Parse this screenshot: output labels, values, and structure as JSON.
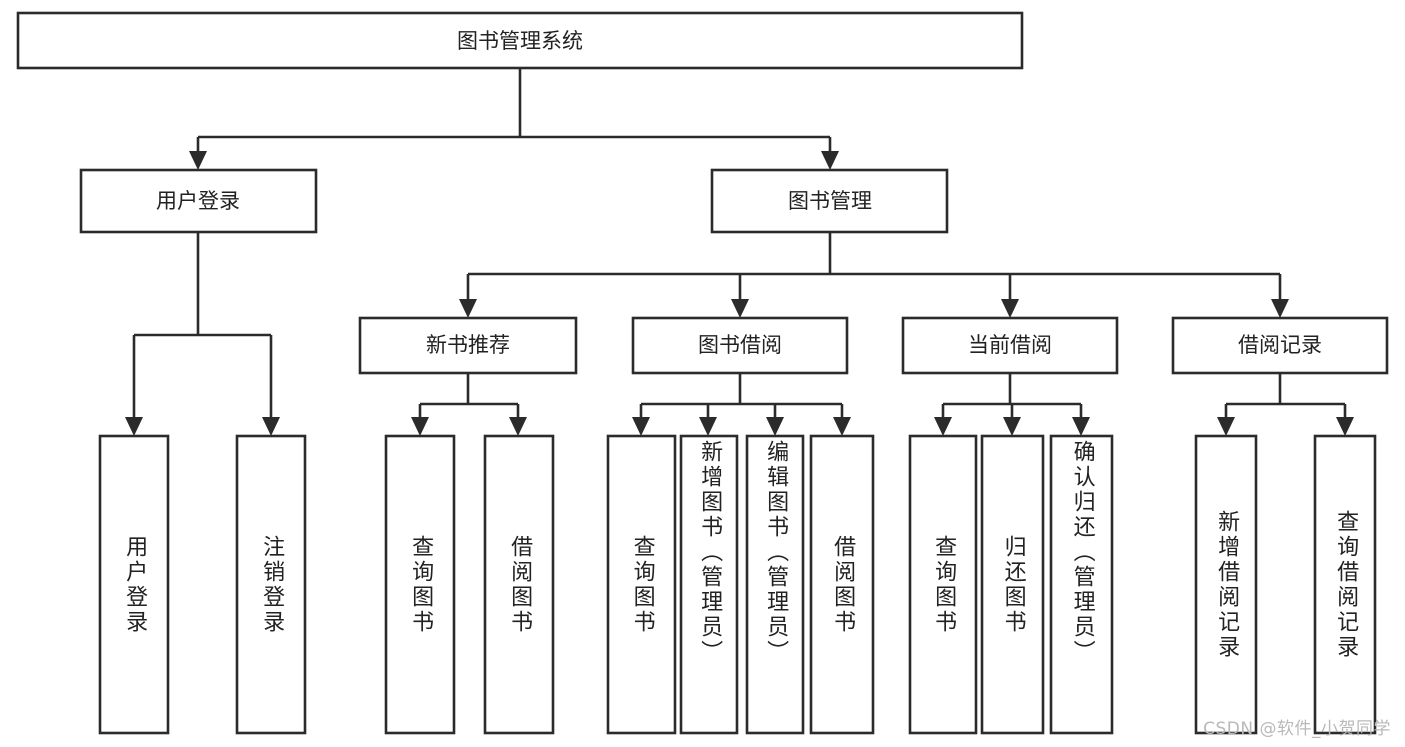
{
  "diagram": {
    "title": "图书管理系统",
    "type": "tree-hierarchy-diagram",
    "watermark": "CSDN @软件_小贺同学",
    "colors": {
      "stroke": "#2b2b2b",
      "box_fill": "#ffffff",
      "text": "#222222",
      "background": "#ffffff",
      "watermark": "#b9b9b9"
    },
    "levels": {
      "root_label": "图书管理系统",
      "level2": [
        "用户登录",
        "图书管理"
      ],
      "level3": [
        "新书推荐",
        "图书借阅",
        "当前借阅",
        "借阅记录"
      ]
    },
    "nodes": {
      "root": {
        "label": "图书管理系统",
        "orientation": "horizontal"
      },
      "user_login": {
        "label": "用户登录",
        "orientation": "horizontal"
      },
      "book_manage": {
        "label": "图书管理",
        "orientation": "horizontal"
      },
      "new_book_rec": {
        "label": "新书推荐",
        "orientation": "horizontal"
      },
      "book_borrow": {
        "label": "图书借阅",
        "orientation": "horizontal"
      },
      "current_borrow": {
        "label": "当前借阅",
        "orientation": "horizontal"
      },
      "borrow_record": {
        "label": "借阅记录",
        "orientation": "horizontal"
      },
      "leaf_user_login": {
        "label": "用户登录",
        "orientation": "vertical"
      },
      "leaf_logout": {
        "label": "注销登录",
        "orientation": "vertical"
      },
      "leaf_query_book_1": {
        "label": "查询图书",
        "orientation": "vertical"
      },
      "leaf_borrow_book_1": {
        "label": "借阅图书",
        "orientation": "vertical"
      },
      "leaf_query_book_2": {
        "label": "查询图书",
        "orientation": "vertical"
      },
      "leaf_add_book": {
        "label": "新增图书（管理员）",
        "orientation": "vertical"
      },
      "leaf_edit_book": {
        "label": "编辑图书（管理员）",
        "orientation": "vertical"
      },
      "leaf_borrow_book_2": {
        "label": "借阅图书",
        "orientation": "vertical"
      },
      "leaf_query_book_3": {
        "label": "查询图书",
        "orientation": "vertical"
      },
      "leaf_return_book": {
        "label": "归还图书",
        "orientation": "vertical"
      },
      "leaf_confirm_return": {
        "label": "确认归还（管理员）",
        "orientation": "vertical"
      },
      "leaf_add_record": {
        "label": "新增借阅记录",
        "orientation": "vertical"
      },
      "leaf_query_record": {
        "label": "查询借阅记录",
        "orientation": "vertical"
      }
    },
    "tree": {
      "label": "图书管理系统",
      "children": [
        {
          "label": "用户登录",
          "children": [
            {
              "label": "用户登录"
            },
            {
              "label": "注销登录"
            }
          ]
        },
        {
          "label": "图书管理",
          "children": [
            {
              "label": "新书推荐",
              "children": [
                {
                  "label": "查询图书"
                },
                {
                  "label": "借阅图书"
                }
              ]
            },
            {
              "label": "图书借阅",
              "children": [
                {
                  "label": "查询图书"
                },
                {
                  "label": "新增图书（管理员）"
                },
                {
                  "label": "编辑图书（管理员）"
                },
                {
                  "label": "借阅图书"
                }
              ]
            },
            {
              "label": "当前借阅",
              "children": [
                {
                  "label": "查询图书"
                },
                {
                  "label": "归还图书"
                },
                {
                  "label": "确认归还（管理员）"
                }
              ]
            },
            {
              "label": "借阅记录",
              "children": [
                {
                  "label": "新增借阅记录"
                },
                {
                  "label": "查询借阅记录"
                }
              ]
            }
          ]
        }
      ]
    }
  }
}
